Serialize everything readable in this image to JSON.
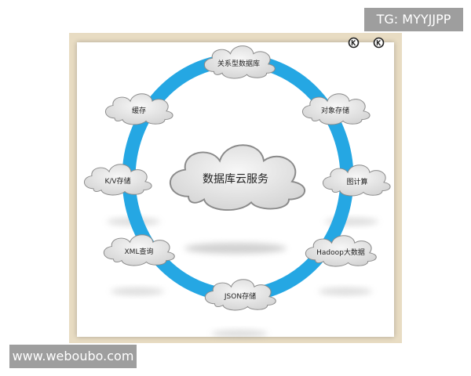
{
  "watermark_tag": "TG: MYYJJPP",
  "watermark_site": "www.weboubo.com",
  "diagram": {
    "center": "数据库云服务",
    "nodes": [
      "关系型数据库",
      "对象存储",
      "图计算",
      "Hadoop大数据",
      "JSON存储",
      "XML查询",
      "K/V存储",
      "缓存"
    ],
    "ring_color": "#25a7e3"
  },
  "icons": [
    "circle-k-icon",
    "circle-k-icon"
  ]
}
